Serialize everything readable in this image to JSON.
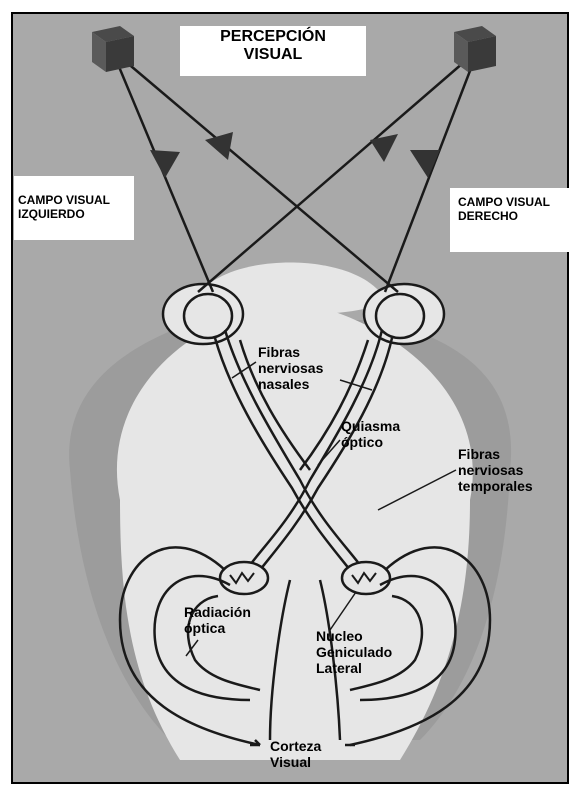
{
  "title": {
    "line1": "PERCEPCIÓN",
    "line2": "VISUAL"
  },
  "left_visual_field": {
    "line1": "CAMPO VISUAL",
    "line2": "IZQUIERDO"
  },
  "right_visual_field": {
    "line1": "CAMPO VISUAL",
    "line2": "DERECHO"
  },
  "labels": {
    "nasal_fibers": [
      "Fibras",
      "nerviosas",
      "nasales"
    ],
    "optic_chiasm": [
      "Quiasma",
      "óptico"
    ],
    "temporal_fibers": [
      "Fibras",
      "nerviosas",
      "temporales"
    ],
    "optic_radiation": [
      "Radiación",
      "óptica"
    ],
    "lateral_geniculate": [
      "Nucleo",
      "Geniculado",
      "Lateral"
    ],
    "visual_cortex": [
      "Corteza",
      "Visual"
    ]
  },
  "icons": [
    "left-object-cube-icon",
    "right-object-cube-icon"
  ],
  "colors": {
    "background": "#a9a9a9",
    "head": "#e6e6e6",
    "line": "#1a1a1a",
    "label_box": "#ffffff"
  }
}
